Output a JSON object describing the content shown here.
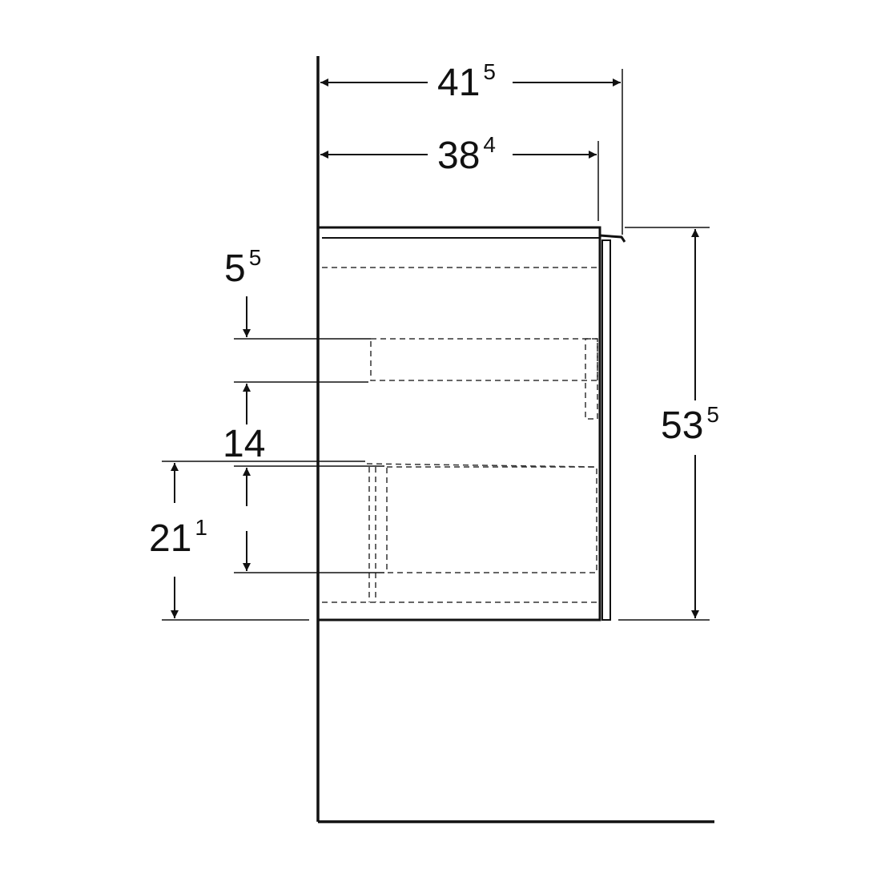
{
  "colors": {
    "line": "#111111",
    "dashed": "#333333",
    "background": "#ffffff"
  },
  "dimensions": {
    "overall_width": {
      "main": "41",
      "sup": "5"
    },
    "body_width": {
      "main": "38",
      "sup": "4"
    },
    "top_offset": {
      "main": "5",
      "sup": "5"
    },
    "drawer_gap": {
      "main": "14",
      "sup": ""
    },
    "lower_height": {
      "main": "21",
      "sup": "1"
    },
    "overall_height": {
      "main": "53",
      "sup": "5"
    }
  }
}
